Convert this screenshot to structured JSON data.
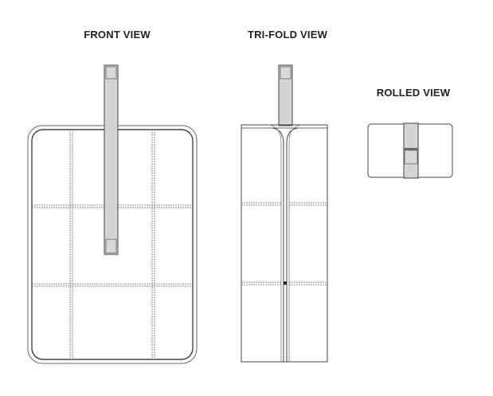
{
  "titles": {
    "front": "FRONT VIEW",
    "trifold": "TRI-FOLD VIEW",
    "rolled": "ROLLED VIEW"
  },
  "colors": {
    "outline": "#333333",
    "strap_fill": "#d4d4d4",
    "stitch": "#888888"
  }
}
